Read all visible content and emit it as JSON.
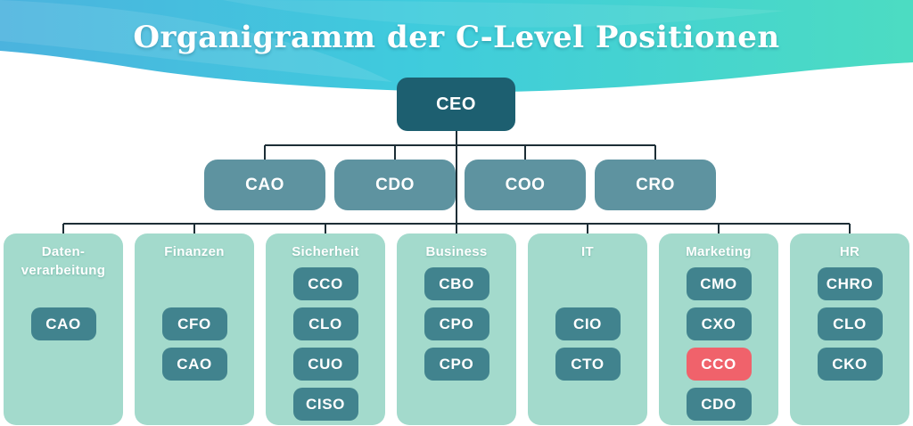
{
  "title": "Organigramm der C-Level Positionen",
  "colors": {
    "header-left": "#4bb3de",
    "header-mid": "#3fcbdd",
    "header-right": "#4cdcc2",
    "ceo-box": "#1d5f70",
    "level2-box": "#5e93a0",
    "dept-bg": "#a3dacc",
    "role-box": "#41838e",
    "role-highlight": "#f0626b",
    "connector": "#1d2e36",
    "text": "#ffffff"
  },
  "org": {
    "root": {
      "label": "CEO"
    },
    "level2": [
      {
        "label": "CAO"
      },
      {
        "label": "CDO"
      },
      {
        "label": "COO"
      },
      {
        "label": "CRO"
      }
    ],
    "departments": [
      {
        "title": "Daten-\nverarbeitung",
        "roles": [
          {
            "label": "CAO"
          }
        ]
      },
      {
        "title": "Finanzen",
        "roles": [
          {
            "label": "CFO"
          },
          {
            "label": "CAO"
          }
        ]
      },
      {
        "title": "Sicherheit",
        "roles": [
          {
            "label": "CCO"
          },
          {
            "label": "CLO"
          },
          {
            "label": "CUO"
          },
          {
            "label": "CISO"
          }
        ]
      },
      {
        "title": "Business",
        "roles": [
          {
            "label": "CBO"
          },
          {
            "label": "CPO"
          },
          {
            "label": "CPO"
          }
        ]
      },
      {
        "title": "IT",
        "roles": [
          {
            "label": "CIO"
          },
          {
            "label": "CTO"
          }
        ]
      },
      {
        "title": "Marketing",
        "roles": [
          {
            "label": "CMO"
          },
          {
            "label": "CXO"
          },
          {
            "label": "CCO",
            "highlight": true
          },
          {
            "label": "CDO"
          }
        ]
      },
      {
        "title": "HR",
        "roles": [
          {
            "label": "CHRO"
          },
          {
            "label": "CLO"
          },
          {
            "label": "CKO"
          }
        ]
      }
    ]
  }
}
